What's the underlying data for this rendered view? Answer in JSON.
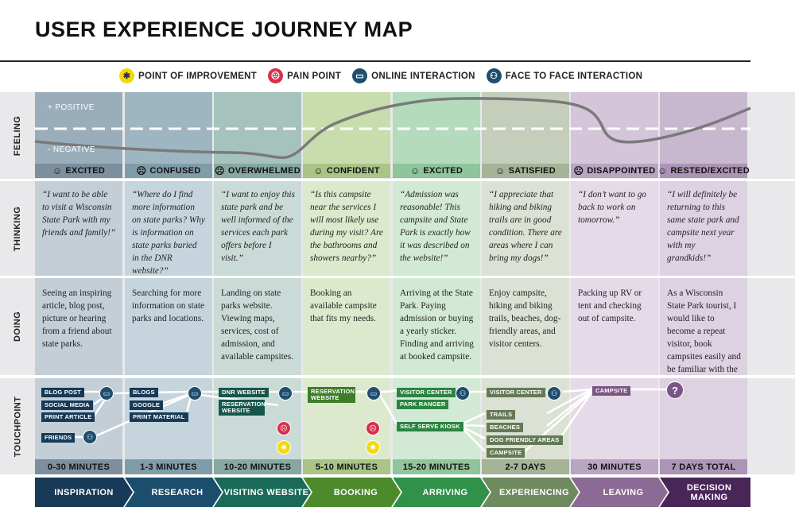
{
  "title": "USER EXPERIENCE JOURNEY MAP",
  "legend": [
    {
      "label": "POINT OF IMPROVEMENT",
      "icon": "lightbulb-icon",
      "color": "#f2d90f",
      "glyph": "💡"
    },
    {
      "label": "PAIN POINT",
      "icon": "angry-face-icon",
      "color": "#d7304b",
      "glyph": "☹"
    },
    {
      "label": "ONLINE INTERACTION",
      "icon": "computer-icon",
      "color": "#1f4e6e",
      "glyph": "▭"
    },
    {
      "label": "FACE TO FACE INTERACTION",
      "icon": "people-icon",
      "color": "#1f4e6e",
      "glyph": "👥"
    }
  ],
  "row_labels": {
    "feeling": "FEELING",
    "thinking": "THINKING",
    "doing": "DOING",
    "touchpoint": "TOUCHPOINT"
  },
  "feeling": {
    "positive": "+ POSITIVE",
    "negative": "- NEGATIVE"
  },
  "stages": [
    {
      "phase": "INSPIRATION",
      "emotion": "EXCITED",
      "face": "☺",
      "duration": "0-30 MINUTES",
      "thinking": "“I want to be able to visit a Wisconsin State Park with my friends and family!”",
      "doing": "Seeing an inspiring article, blog post, picture or hearing from a friend about state parks.",
      "colors": {
        "feel": "#9aadbb",
        "cell": "#c3ced6",
        "bar": "#7d8f9e",
        "phase": "#163a57"
      }
    },
    {
      "phase": "RESEARCH",
      "emotion": "CONFUSED",
      "face": "☹",
      "duration": "1-3 MINUTES",
      "thinking": "“Where do I find more information on state parks? Why is information on state parks buried in the DNR website?”",
      "doing": "Searching for more information on state parks and locations.",
      "colors": {
        "feel": "#9eb5c2",
        "cell": "#c6d5dd",
        "bar": "#819ca9",
        "phase": "#1b4e6d"
      }
    },
    {
      "phase": "VISITING WEBSITE",
      "emotion": "OVERWHELMED",
      "face": "☹",
      "duration": "10-20 MINUTES",
      "thinking": "“I want to enjoy this state park and be well informed of the services each park offers before I visit.”",
      "doing": "Landing on state parks website. Viewing maps, services, cost of admission, and available campsites.",
      "colors": {
        "feel": "#a5c2bc",
        "cell": "#cadbd7",
        "bar": "#86a8a0",
        "phase": "#1a6a5a"
      }
    },
    {
      "phase": "BOOKING",
      "emotion": "CONFIDENT",
      "face": "☺",
      "duration": "5-10 MINUTES",
      "thinking": "“Is this campsite near the services I will most likely use during my visit? Are the bathrooms and showers nearby?”",
      "doing": "Booking an available campsite that fits my needs.",
      "colors": {
        "feel": "#c9dcae",
        "cell": "#dde9cc",
        "bar": "#a9c487",
        "phase": "#4d8a2c"
      }
    },
    {
      "phase": "ARRIVING",
      "emotion": "EXCITED",
      "face": "☺",
      "duration": "15-20 MINUTES",
      "thinking": "“Admission was reasonable! This campsite and State Park is exactly how it was described on the website!”",
      "doing": "Arriving at the State Park. Paying admission or buying a yearly sticker. Finding and arriving at booked campsite.",
      "colors": {
        "feel": "#b4dcbc",
        "cell": "#d2e9d5",
        "bar": "#8fc59a",
        "phase": "#2f9248"
      }
    },
    {
      "phase": "EXPERIENCING",
      "emotion": "SATISFIED",
      "face": "☺",
      "duration": "2-7 DAYS",
      "thinking": "“I appreciate that hiking and biking trails are in good condition. There are areas where I can bring my dogs!”",
      "doing": "Enjoy campsite, hiking and biking trails, beaches, dog-friendly areas, and visitor centers.",
      "colors": {
        "feel": "#c4cebb",
        "cell": "#dbe1d4",
        "bar": "#a5b397",
        "phase": "#6e8a5e"
      }
    },
    {
      "phase": "LEAVING",
      "emotion": "DISAPPOINTED",
      "face": "☹",
      "duration": "30 MINUTES",
      "thinking": "“I don’t want to go back to work on tomorrow.”",
      "doing": "Packing up RV or tent and checking out of campsite.",
      "colors": {
        "feel": "#d4c5da",
        "cell": "#e4dae8",
        "bar": "#b9a4c2",
        "phase": "#8b6a95"
      }
    },
    {
      "phase": "DECISION MAKING",
      "emotion": "RESTED/EXCITED",
      "face": "☺",
      "duration": "7 DAYS TOTAL",
      "thinking": "“I will definitely be returning to this same state park and campsite next year with my  grandkids!”",
      "doing": "As a Wisconsin State Park tourist, I would like to become a repeat visitor, book campsites easily and be familiar with the services each park provides.",
      "colors": {
        "feel": "#c8b8cf",
        "cell": "#ddd2e2",
        "bar": "#ab94b6",
        "phase": "#4a2658"
      }
    }
  ],
  "touchpoints": {
    "stage1": [
      "BLOG POST",
      "SOCIAL MEDIA",
      "PRINT ARTICLE",
      "FRIENDS"
    ],
    "stage2": [
      "BLOGS",
      "GOOGLE",
      "PRINT MATERIAL"
    ],
    "stage3": [
      "DNR WEBSITE",
      "RESERVATION WEBSITE"
    ],
    "stage4": [
      "RESERVATION WEBSITE"
    ],
    "stage5": [
      "VISITOR CENTER",
      "PARK RANGER",
      "SELF SERVE KIOSK"
    ],
    "stage6": [
      "VISITOR CENTER",
      "TRAILS",
      "BEACHES",
      "DOG FRIENDLY AREAS",
      "CAMPSITE"
    ],
    "stage7": [
      "CAMPSITE"
    ],
    "stage8_icon": "?"
  },
  "tag_colors": {
    "blue": "#163a57",
    "teal": "#17574b",
    "green": "#3d7c28",
    "green2": "#2a8540",
    "olive": "#647a55",
    "purple": "#7a5585"
  }
}
